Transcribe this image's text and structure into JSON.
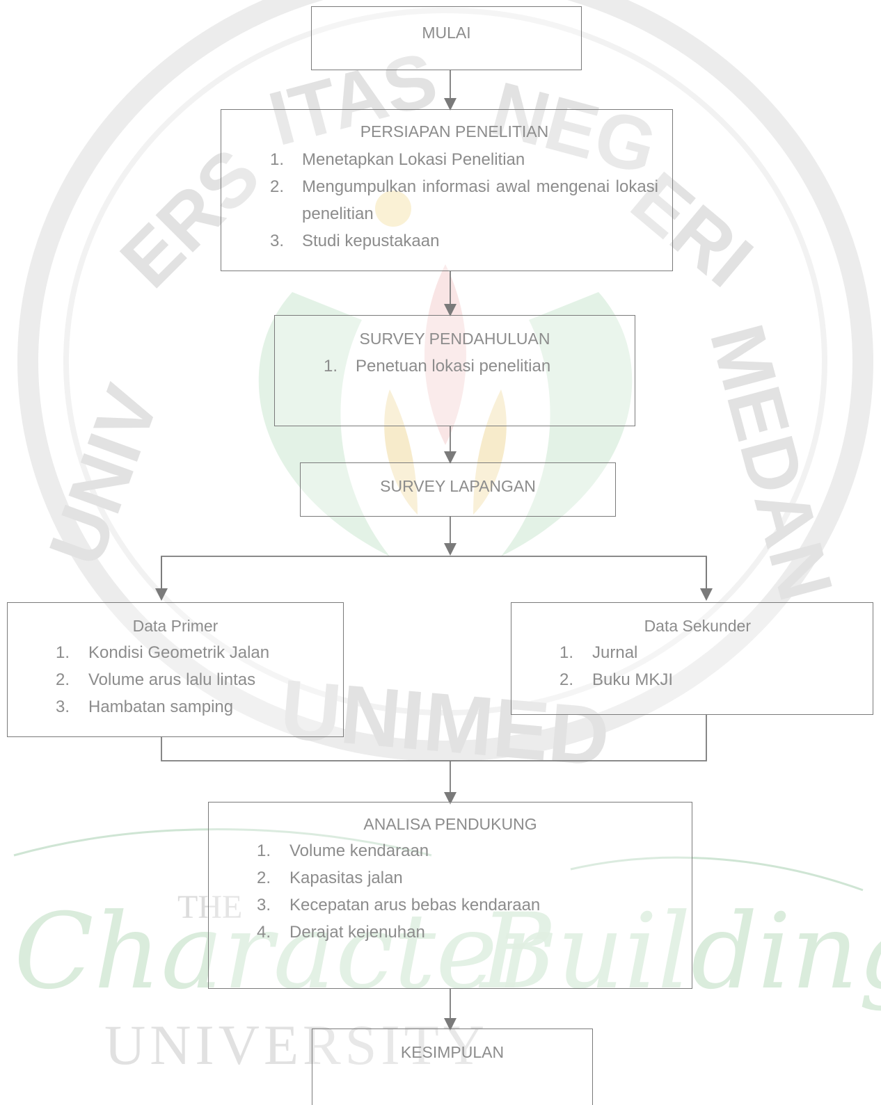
{
  "watermark": {
    "seal_text": "UNIVERSITAS NEGERI MEDAN",
    "seal_bottom": "UNIMED",
    "the": "THE",
    "script": "Character Building",
    "university": "UNIVERSITY",
    "colors": {
      "seal": "#d9d9d9",
      "leaf": "#cfe7d3",
      "script": "#d5e9d8"
    }
  },
  "flowchart": {
    "start": {
      "title": "MULAI"
    },
    "preparation": {
      "title": "PERSIAPAN PENELITIAN",
      "items": [
        {
          "num": "1.",
          "text": "Menetapkan Lokasi Penelitian"
        },
        {
          "num": "2.",
          "text": "Mengumpulkan informasi awal mengenai lokasi penelitian"
        },
        {
          "num": "3.",
          "text": "Studi kepustakaan"
        }
      ]
    },
    "preliminary_survey": {
      "title": "SURVEY PENDAHULUAN",
      "items": [
        {
          "num": "1.",
          "text": "Penetuan lokasi penelitian"
        }
      ]
    },
    "field_survey": {
      "title": "SURVEY LAPANGAN"
    },
    "primary_data": {
      "title": "Data Primer",
      "items": [
        {
          "num": "1.",
          "text": "Kondisi Geometrik Jalan"
        },
        {
          "num": "2.",
          "text": "Volume arus lalu lintas"
        },
        {
          "num": "3.",
          "text": "Hambatan samping"
        }
      ]
    },
    "secondary_data": {
      "title": "Data Sekunder",
      "items": [
        {
          "num": "1.",
          "text": "Jurnal"
        },
        {
          "num": "2.",
          "text": "Buku MKJI"
        }
      ]
    },
    "analysis": {
      "title": "ANALISA PENDUKUNG",
      "items": [
        {
          "num": "1.",
          "text": "Volume kendaraan"
        },
        {
          "num": "2.",
          "text": "Kapasitas jalan"
        },
        {
          "num": "3.",
          "text": "Kecepatan arus bebas kendaraan"
        },
        {
          "num": "4.",
          "text": "Derajat kejenuhan"
        }
      ]
    },
    "conclusion": {
      "title": "KESIMPULAN"
    }
  }
}
